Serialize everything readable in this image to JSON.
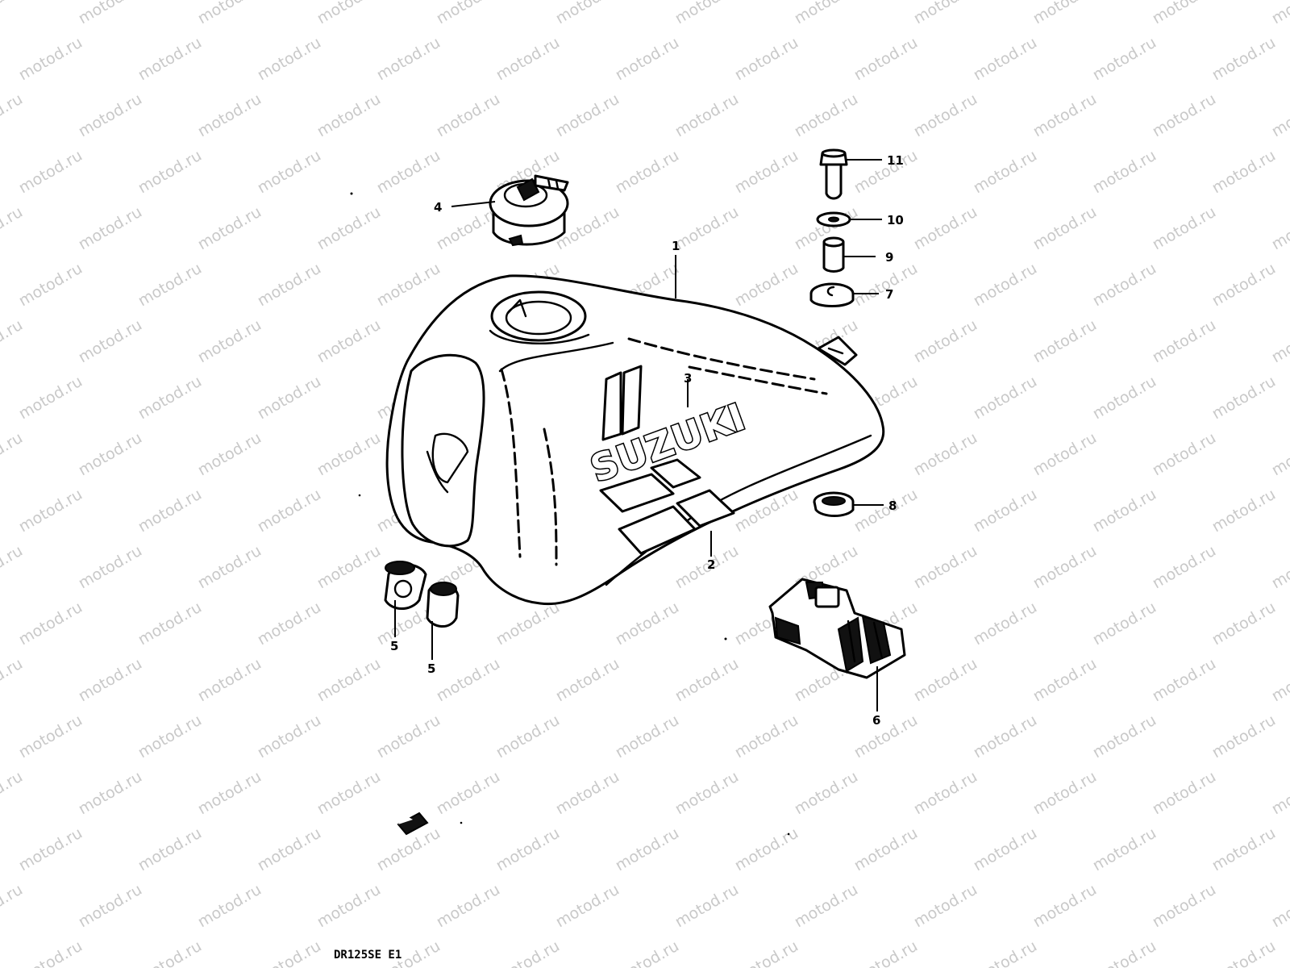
{
  "watermark": "motod.ru",
  "tank_logo": "SUZUKI",
  "model_code": "DR125SE E1",
  "callouts": {
    "c1": "1",
    "c2": "2",
    "c3": "3",
    "c4": "4",
    "c5a": "5",
    "c5b": "5",
    "c6": "6",
    "c7": "7",
    "c8": "8",
    "c9": "9",
    "c10": "10",
    "c11": "11"
  },
  "colors": {
    "line": "#000000",
    "watermark": "#c9c9c9",
    "background": "#ffffff"
  }
}
